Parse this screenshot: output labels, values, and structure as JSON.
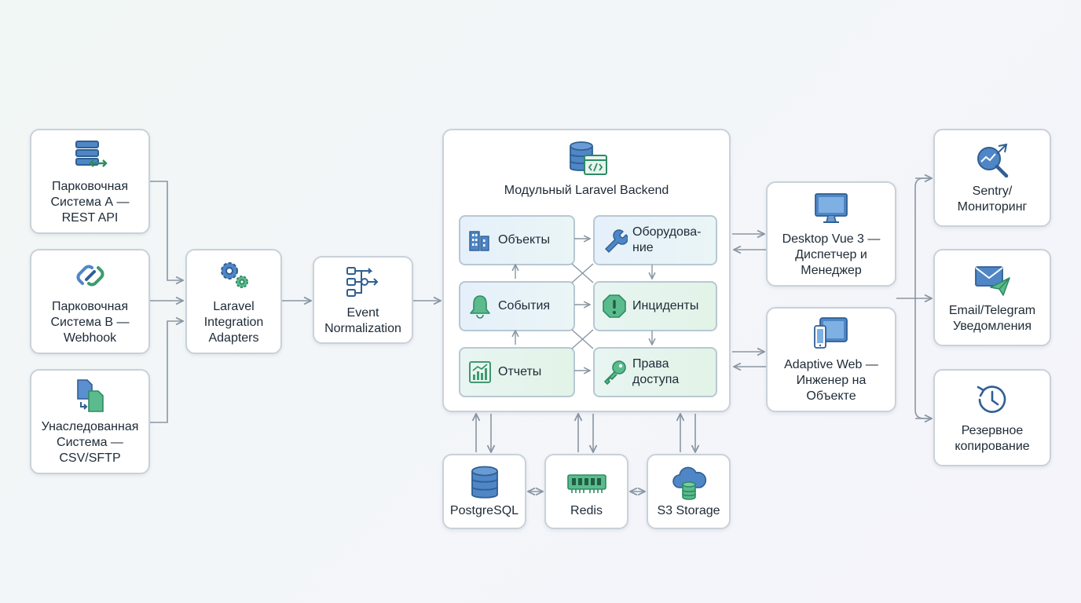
{
  "sources": {
    "a": {
      "icon": "server-sync-icon",
      "label": "Парковочная\nСистема А —\nREST API"
    },
    "b": {
      "icon": "link-chain-icon",
      "label": "Парковочная\nСистема B —\nWebhook"
    },
    "c": {
      "icon": "file-transfer-icon",
      "label": "Унаследованная\nСистема —\nCSV/SFTP"
    }
  },
  "adapters": {
    "icon": "gears-icon",
    "label": "Laravel\nIntegration\nAdapters"
  },
  "normalization": {
    "icon": "flow-network-icon",
    "label": "Event\nNormalization"
  },
  "backend": {
    "icon": "database-code-icon",
    "title": "Модульный Laravel Backend",
    "modules": {
      "objects": {
        "icon": "buildings-icon",
        "label": "Объекты"
      },
      "equipment": {
        "icon": "wrench-icon",
        "label": "Оборудова-\nние"
      },
      "events": {
        "icon": "bell-icon",
        "label": "События"
      },
      "incidents": {
        "icon": "alert-octagon-icon",
        "label": "Инциденты"
      },
      "reports": {
        "icon": "chart-report-icon",
        "label": "Отчеты"
      },
      "access": {
        "icon": "key-icon",
        "label": "Права\nдоступа"
      }
    }
  },
  "storage": {
    "postgres": {
      "icon": "database-icon",
      "label": "PostgreSQL"
    },
    "redis": {
      "icon": "memory-chip-icon",
      "label": "Redis"
    },
    "s3": {
      "icon": "cloud-storage-icon",
      "label": "S3 Storage"
    }
  },
  "clients": {
    "desktop": {
      "icon": "monitor-icon",
      "label": "Desktop Vue 3 —\nДиспетчер и\nМенеджер"
    },
    "web": {
      "icon": "devices-icon",
      "label": "Adaptive Web —\nИнженер на\nОбъекте"
    }
  },
  "services": {
    "sentry": {
      "icon": "monitoring-search-icon",
      "label": "Sentry/\nМониторинг"
    },
    "notify": {
      "icon": "mail-send-icon",
      "label": "Email/Telegram\nУведомления"
    },
    "backup": {
      "icon": "backup-clock-icon",
      "label": "Резервное\nкопирование"
    }
  },
  "colors": {
    "blue": "#3d6fa6",
    "green": "#3e9b6e",
    "line": "#8a96a3",
    "border": "#c9d1da"
  }
}
